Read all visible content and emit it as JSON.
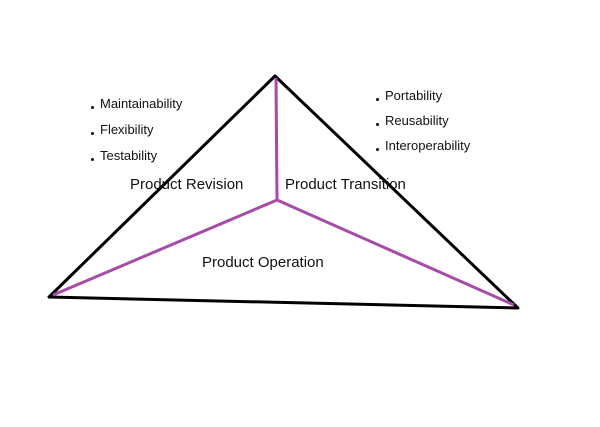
{
  "diagram": {
    "regions": {
      "revision": "Product Revision",
      "transition": "Product Transition",
      "operation": "Product Operation"
    },
    "revision_items": [
      "Maintainability",
      "Flexibility",
      "Testability"
    ],
    "transition_items": [
      "Portability",
      "Reusability",
      "Interoperability"
    ],
    "colors": {
      "outline": "#000000",
      "dividers": "#a64ca6",
      "background": "#ffffff"
    }
  }
}
